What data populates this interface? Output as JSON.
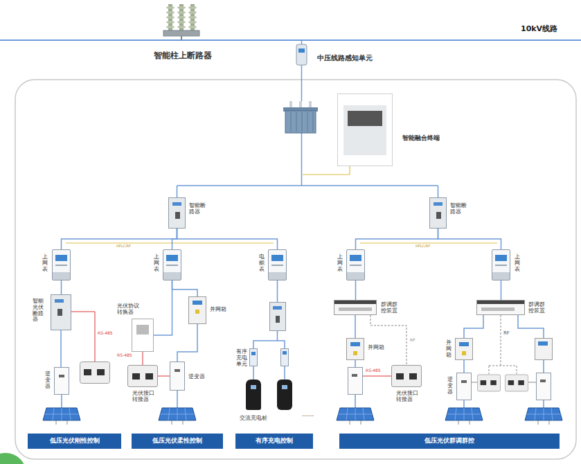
{
  "diagram": {
    "nodes": [
      {
        "text": [
          "智能融合终端"
        ]
      },
      {
        "text": [
          "智能断路器"
        ]
      },
      {
        "text": [
          "智能断路器"
        ]
      },
      {
        "text": [
          "上网表"
        ]
      },
      {
        "text": [
          "智能光伏断路器"
        ]
      },
      {
        "text": [
          "逆变器"
        ]
      },
      {
        "text": [
          "上网表"
        ]
      },
      {
        "text": [
          "光伏协议转换器"
        ]
      },
      {
        "text": [
          "并网箱"
        ]
      },
      {
        "text": [
          "光伏接口转接器"
        ]
      },
      {
        "text": [
          "逆变器"
        ]
      },
      {
        "text": [
          "电能表"
        ]
      },
      {
        "text": [
          "有序充电单元"
        ]
      },
      {
        "text": [
          "交流充电桩"
        ]
      },
      {
        "text": [
          "上网表"
        ]
      },
      {
        "text": [
          "群调群控装置"
        ]
      },
      {
        "text": [
          "并网箱"
        ]
      },
      {
        "text": [
          "光伏接口转接器"
        ]
      },
      {
        "text": [
          "上网表"
        ]
      },
      {
        "text": [
          "群调群控装置"
        ]
      },
      {
        "text": [
          "并网箱"
        ]
      },
      {
        "text": [
          "逆变器"
        ]
      },
      {
        "text": [
          "低压光伏刚性控制"
        ]
      },
      {
        "text": [
          "低压光伏柔性控制"
        ]
      },
      {
        "text": [
          "有序充电控制"
        ]
      },
      {
        "text": [
          "低压光伏群调群控"
        ]
      }
    ],
    "edges": [
      {
        "from": 1,
        "to": 3,
        "arrow": "none"
      },
      {
        "from": 1,
        "to": 6,
        "arrow": "none"
      },
      {
        "from": 1,
        "to": 11,
        "arrow": "none"
      },
      {
        "from": 2,
        "to": 14,
        "arrow": "none"
      },
      {
        "from": 2,
        "to": 18,
        "arrow": "none"
      },
      {
        "from": 3,
        "to": 4,
        "arrow": "none"
      },
      {
        "from": 4,
        "to": 5,
        "arrow": "none"
      },
      {
        "from": 6,
        "to": 8,
        "arrow": "none"
      },
      {
        "from": 6,
        "to": 7,
        "arrow": "none"
      },
      {
        "from": 7,
        "to": 9,
        "label": "RS-485",
        "arrow": "none"
      },
      {
        "from": 9,
        "to": 10,
        "arrow": "none"
      },
      {
        "from": 8,
        "to": 10,
        "arrow": "none"
      },
      {
        "from": 11,
        "to": 12,
        "arrow": "none"
      },
      {
        "from": 12,
        "to": 13,
        "arrow": "none"
      },
      {
        "from": 14,
        "to": 15,
        "arrow": "none"
      },
      {
        "from": 15,
        "to": 16,
        "arrow": "none"
      },
      {
        "from": 15,
        "to": 17,
        "label": "RF",
        "arrow": "none"
      },
      {
        "from": 18,
        "to": 19,
        "arrow": "none"
      },
      {
        "from": 19,
        "to": 20,
        "arrow": "none"
      },
      {
        "from": 20,
        "to": 21,
        "arrow": "none"
      }
    ],
    "labels": [
      "10kV线路",
      "智能柱上断路器",
      "中压线路感知单元",
      "HPLC/RF",
      "HPLC/RF",
      "RS-485",
      "RS-485",
      "RF",
      "......"
    ]
  }
}
